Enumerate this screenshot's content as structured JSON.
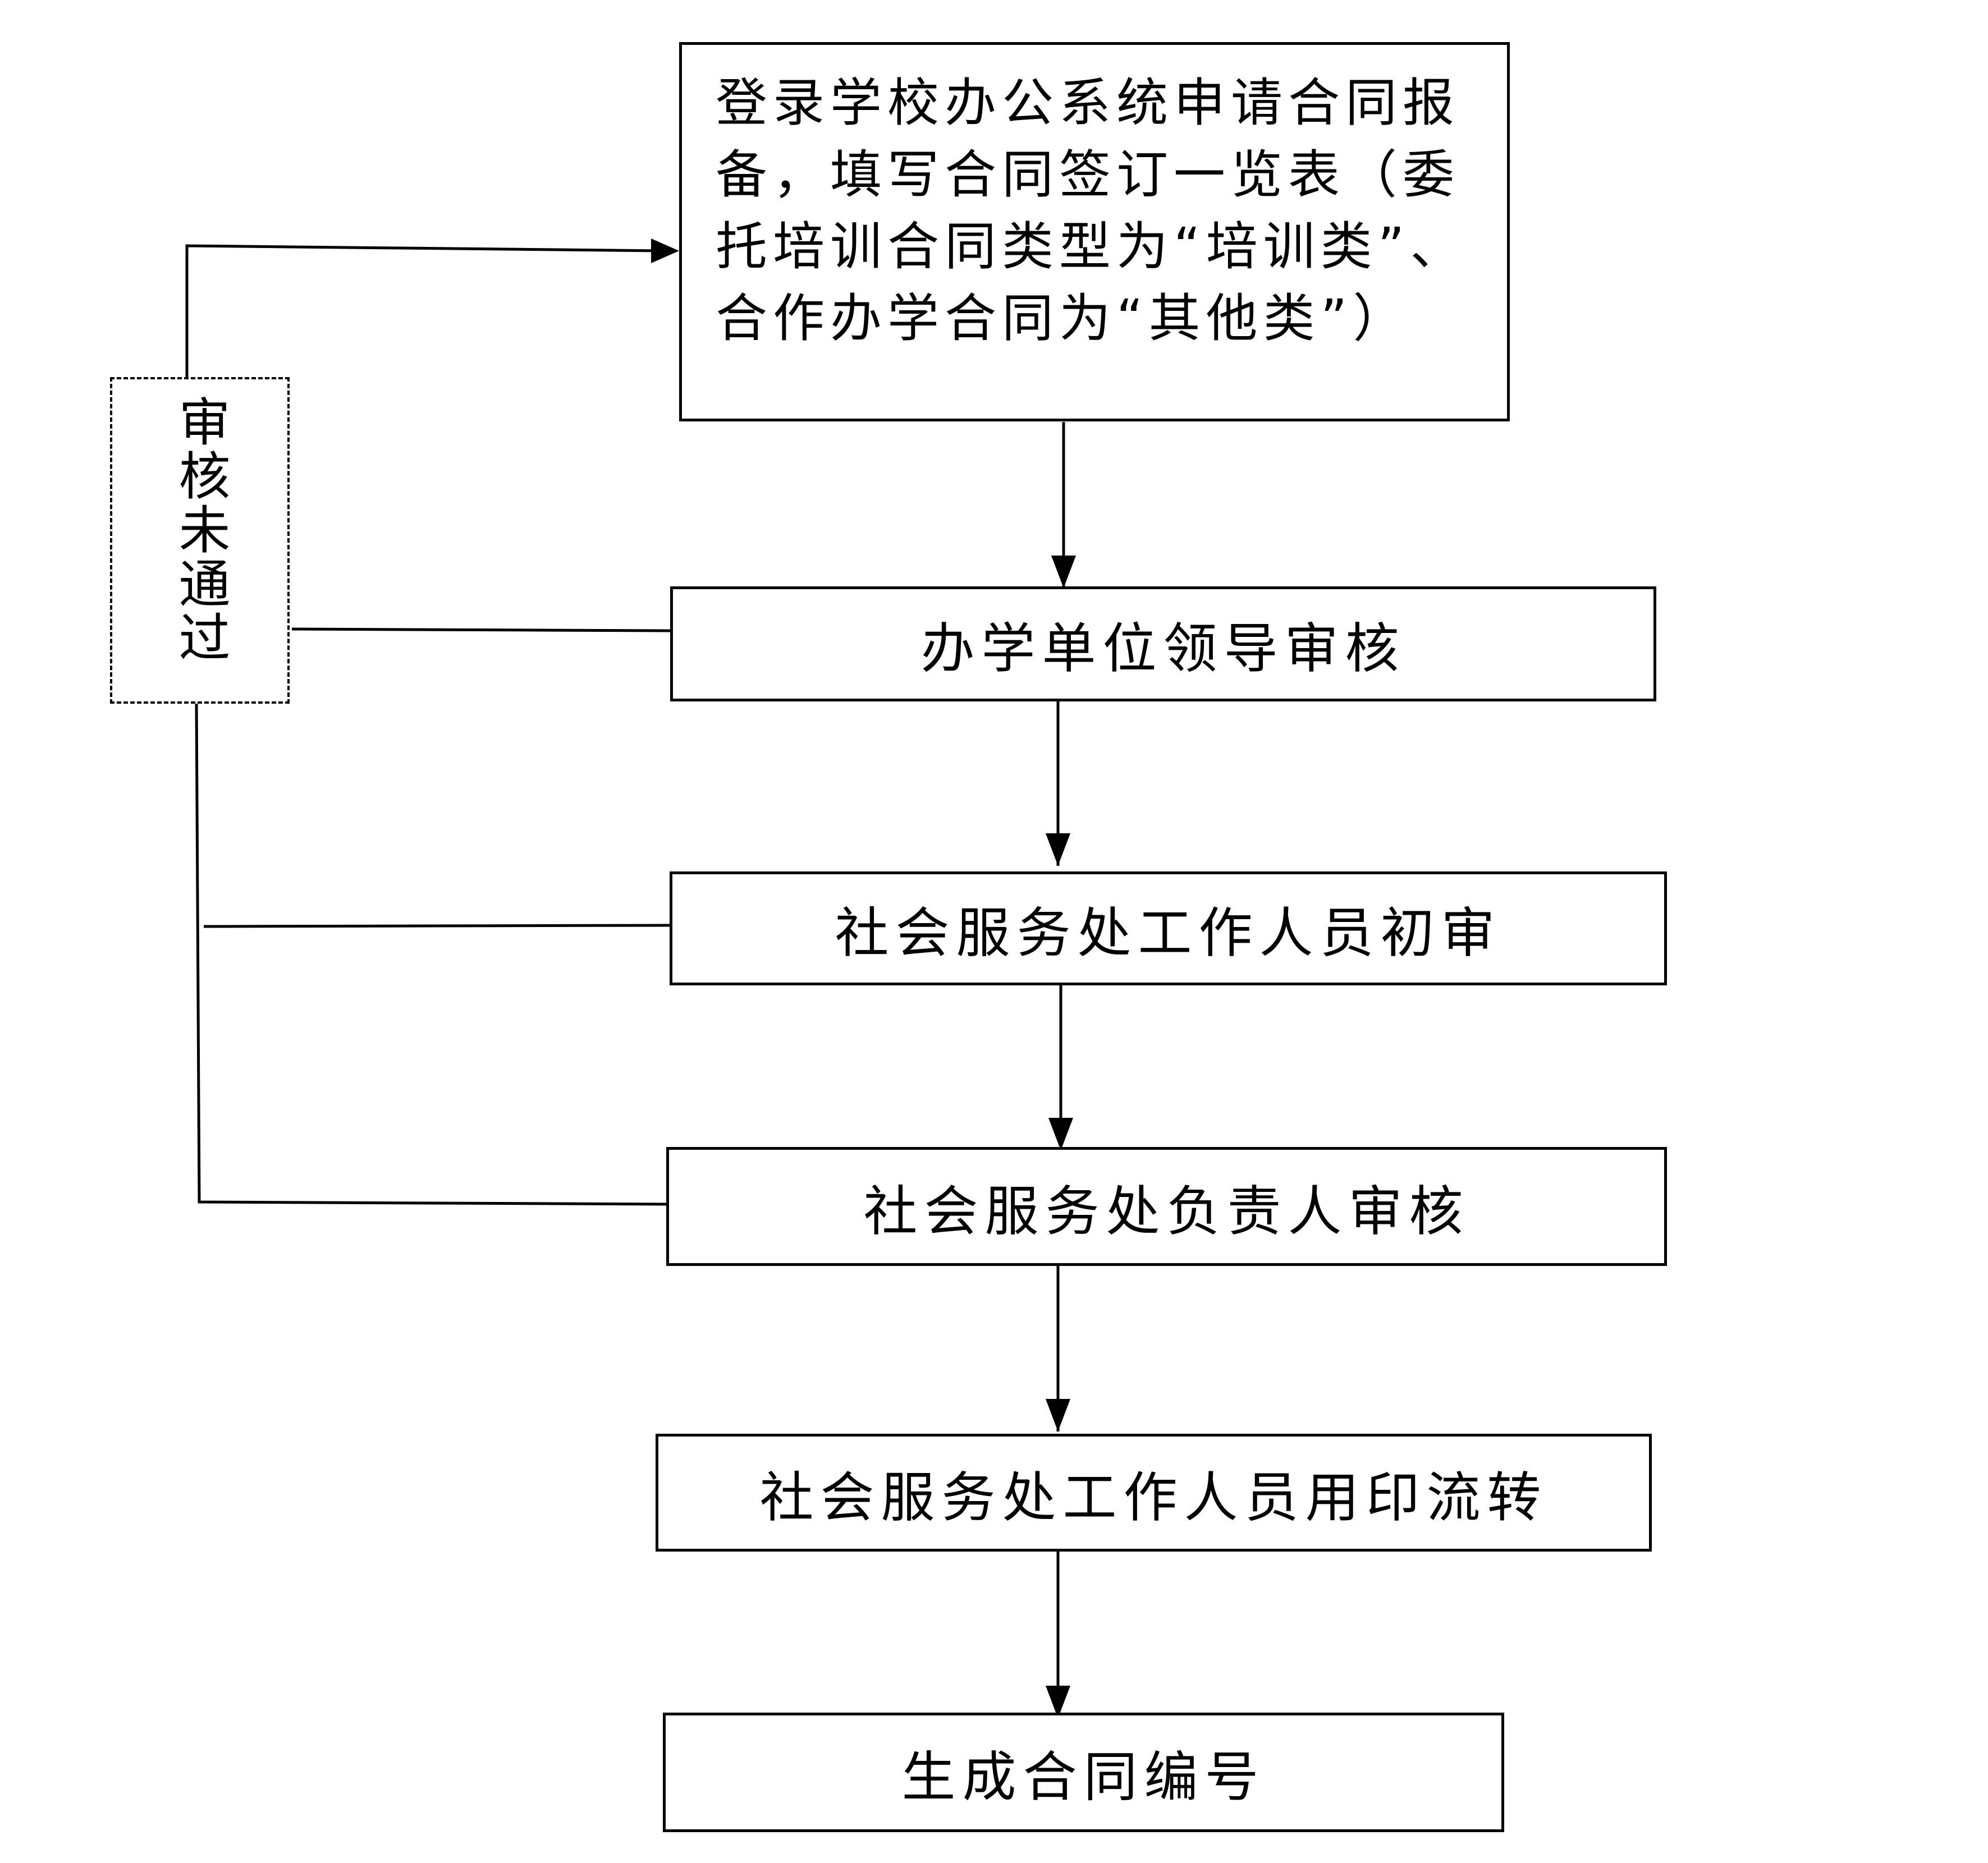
{
  "flowchart": {
    "steps": [
      {
        "id": "step1",
        "text": "登录学校办公系统申请合同报备，填写合同签订一览表（委托培训合同类型为“培训类”、合作办学合同为“其他类”）"
      },
      {
        "id": "step2",
        "text": "办学单位领导审核"
      },
      {
        "id": "step3",
        "text": "社会服务处工作人员初审"
      },
      {
        "id": "step4",
        "text": "社会服务处负责人审核"
      },
      {
        "id": "step5",
        "text": "社会服务处工作人员用印流转"
      },
      {
        "id": "step6",
        "text": "生成合同编号"
      }
    ],
    "reject_label": "审核未通过"
  }
}
